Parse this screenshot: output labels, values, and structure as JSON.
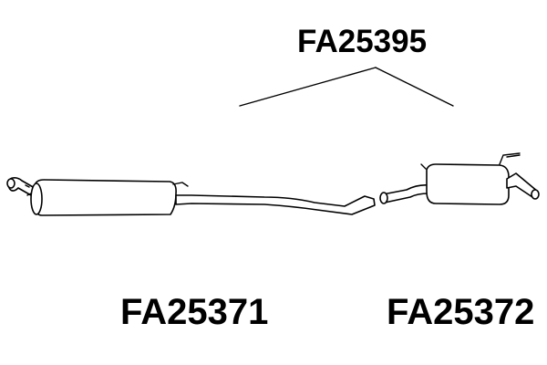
{
  "labels": {
    "assembly": "FA25395",
    "front_part": "FA25371",
    "rear_part": "FA25372"
  },
  "colors": {
    "line": "#000000",
    "background": "#ffffff"
  }
}
